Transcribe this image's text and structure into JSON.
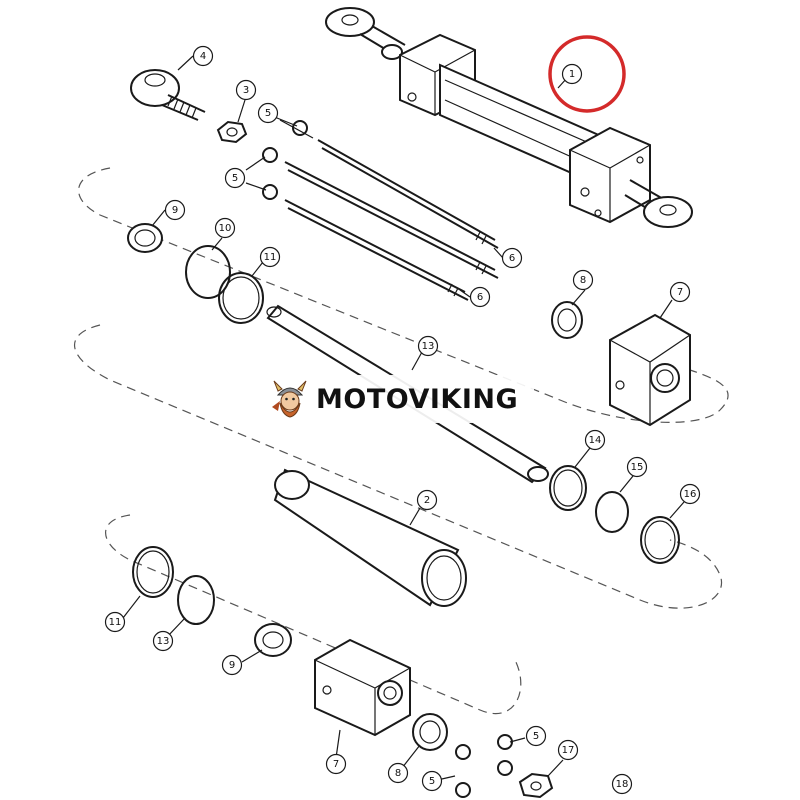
{
  "diagram": {
    "callouts": [
      {
        "id": "c1",
        "label": "1"
      },
      {
        "id": "c4",
        "label": "4"
      },
      {
        "id": "c3",
        "label": "3"
      },
      {
        "id": "c5a",
        "label": "5"
      },
      {
        "id": "c5b",
        "label": "5"
      },
      {
        "id": "c6a",
        "label": "6"
      },
      {
        "id": "c6b",
        "label": "6"
      },
      {
        "id": "c9a",
        "label": "9"
      },
      {
        "id": "c10",
        "label": "10"
      },
      {
        "id": "c11a",
        "label": "11"
      },
      {
        "id": "c8a",
        "label": "8"
      },
      {
        "id": "c7a",
        "label": "7"
      },
      {
        "id": "c13a",
        "label": "13"
      },
      {
        "id": "c14",
        "label": "14"
      },
      {
        "id": "c15",
        "label": "15"
      },
      {
        "id": "c16",
        "label": "16"
      },
      {
        "id": "c2",
        "label": "2"
      },
      {
        "id": "c11b",
        "label": "11"
      },
      {
        "id": "c13b",
        "label": "13"
      },
      {
        "id": "c9b",
        "label": "9"
      },
      {
        "id": "c7b",
        "label": "7"
      },
      {
        "id": "c8b",
        "label": "8"
      },
      {
        "id": "c5c",
        "label": "5"
      },
      {
        "id": "c5d",
        "label": "5"
      },
      {
        "id": "c17",
        "label": "17"
      },
      {
        "id": "c18",
        "label": "18"
      }
    ],
    "highlight_color": "#d42a2a",
    "highlighted_callout": "1"
  },
  "watermark": {
    "brand_text": "MOTOVIKING",
    "logo_icon": "viking-mascot-icon"
  }
}
